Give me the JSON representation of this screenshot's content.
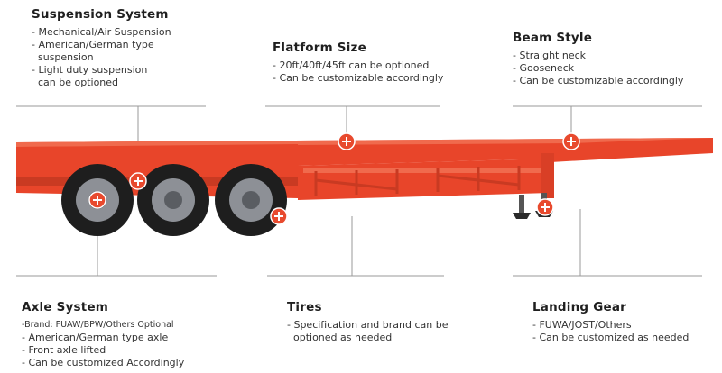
{
  "colors": {
    "trailer": "#e8452a",
    "trailer_dark": "#b8301c",
    "marker": "#e84a2e",
    "line": "#9a9a9a"
  },
  "callouts": {
    "suspension": {
      "title": "Suspension System",
      "lines": [
        "- Mechanical/Air Suspension",
        "- American/German type",
        "  suspension",
        "- Light duty suspension",
        "  can be optioned"
      ]
    },
    "platform": {
      "title": "Flatform Size",
      "lines": [
        "- 20ft/40ft/45ft can be optioned",
        "- Can be customizable accordingly"
      ]
    },
    "beam": {
      "title": "Beam Style",
      "lines": [
        "- Straight neck",
        "- Gooseneck",
        "- Can be customizable accordingly"
      ]
    },
    "axle": {
      "title": "Axle System",
      "lines": [
        "-Brand: FUAW/BPW/Others Optional",
        "- American/German type axle",
        "- Front axle lifted",
        "- Can be customized Accordingly"
      ]
    },
    "tires": {
      "title": "Tires",
      "lines": [
        "- Specification and brand can be",
        "  optioned as needed"
      ]
    },
    "landing": {
      "title": "Landing Gear",
      "lines": [
        "- FUWA/JOST/Others",
        "- Can be customized as needed"
      ]
    }
  }
}
